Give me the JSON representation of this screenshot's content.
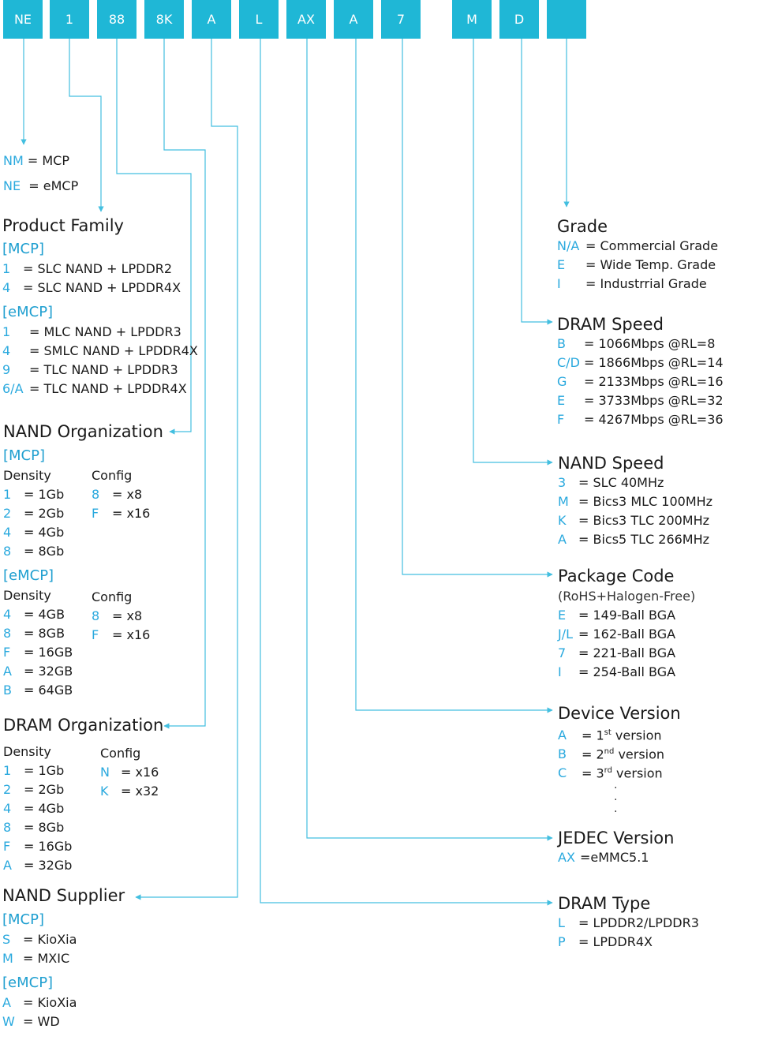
{
  "code_boxes": [
    "NE",
    "1",
    "88",
    "8K",
    "A",
    "L",
    "AX",
    "A",
    "7",
    "",
    "M",
    "D",
    ""
  ],
  "mcp_type": [
    {
      "code": "NM",
      "sep": "=",
      "label": "MCP"
    },
    {
      "code": "NE",
      "sep": "=",
      "label": "eMCP"
    }
  ],
  "product_family": {
    "title": "Product Family",
    "mcp_label": "[MCP]",
    "mcp": [
      {
        "code": "1",
        "text": "= SLC NAND + LPDDR2"
      },
      {
        "code": "4",
        "text": "= SLC NAND + LPDDR4X"
      }
    ],
    "emcp_label": "[eMCP]",
    "emcp": [
      {
        "code": "1",
        "text": "= MLC NAND + LPDDR3"
      },
      {
        "code": "4",
        "text": "= SMLC NAND + LPDDR4X"
      },
      {
        "code": "9",
        "text": "= TLC NAND + LPDDR3"
      },
      {
        "code": "6/A",
        "text": "= TLC NAND + LPDDR4X"
      }
    ]
  },
  "nand_org": {
    "title": "NAND Organization",
    "mcp_label": "[MCP]",
    "density_label": "Density",
    "config_label": "Config",
    "mcp_density": [
      {
        "code": "1",
        "text": "= 1Gb"
      },
      {
        "code": "2",
        "text": "= 2Gb"
      },
      {
        "code": "4",
        "text": "= 4Gb"
      },
      {
        "code": "8",
        "text": "= 8Gb"
      }
    ],
    "mcp_config": [
      {
        "code": "8",
        "text": "= x8"
      },
      {
        "code": "F",
        "text": "= x16"
      }
    ],
    "emcp_label": "[eMCP]",
    "emcp_density": [
      {
        "code": "4",
        "text": "= 4GB"
      },
      {
        "code": "8",
        "text": "= 8GB"
      },
      {
        "code": "F",
        "text": "= 16GB"
      },
      {
        "code": "A",
        "text": "= 32GB"
      },
      {
        "code": "B",
        "text": "= 64GB"
      }
    ],
    "emcp_config": [
      {
        "code": "8",
        "text": "= x8"
      },
      {
        "code": "F",
        "text": "= x16"
      }
    ]
  },
  "dram_org": {
    "title": "DRAM Organization",
    "density_label": "Density",
    "config_label": "Config",
    "density": [
      {
        "code": "1",
        "text": "= 1Gb"
      },
      {
        "code": "2",
        "text": "= 2Gb"
      },
      {
        "code": "4",
        "text": "= 4Gb"
      },
      {
        "code": "8",
        "text": "= 8Gb"
      },
      {
        "code": "F",
        "text": "= 16Gb"
      },
      {
        "code": "A",
        "text": "= 32Gb"
      }
    ],
    "config": [
      {
        "code": "N",
        "text": "= x16"
      },
      {
        "code": "K",
        "text": "= x32"
      }
    ]
  },
  "nand_supplier": {
    "title": "NAND Supplier",
    "mcp_label": "[MCP]",
    "mcp": [
      {
        "code": "S",
        "text": "= KioXia"
      },
      {
        "code": "M",
        "text": "= MXIC"
      }
    ],
    "emcp_label": "[eMCP]",
    "emcp": [
      {
        "code": "A",
        "text": "= KioXia"
      },
      {
        "code": "W",
        "text": "= WD"
      }
    ]
  },
  "grade": {
    "title": "Grade",
    "items": [
      {
        "code": "N/A",
        "text": "= Commercial Grade"
      },
      {
        "code": "E",
        "text": "= Wide Temp. Grade"
      },
      {
        "code": "I",
        "text": "= Industrrial Grade"
      }
    ]
  },
  "dram_speed": {
    "title": "DRAM Speed",
    "items": [
      {
        "code": "B",
        "text": "= 1066Mbps @RL=8"
      },
      {
        "code": "C/D",
        "text": "= 1866Mbps @RL=14"
      },
      {
        "code": "G",
        "text": "= 2133Mbps @RL=16"
      },
      {
        "code": "E",
        "text": "= 3733Mbps @RL=32"
      },
      {
        "code": "F",
        "text": "= 4267Mbps @RL=36"
      }
    ]
  },
  "nand_speed": {
    "title": "NAND Speed",
    "items": [
      {
        "code": "3",
        "text": "= SLC 40MHz"
      },
      {
        "code": "M",
        "text": "= Bics3 MLC 100MHz"
      },
      {
        "code": "K",
        "text": "= Bics3 TLC 200MHz"
      },
      {
        "code": "A",
        "text": "= Bics5 TLC 266MHz"
      }
    ]
  },
  "package_code": {
    "title": "Package Code",
    "subtitle": "(RoHS+Halogen-Free)",
    "items": [
      {
        "code": "E",
        "text": "= 149-Ball BGA"
      },
      {
        "code": "J/L",
        "text": "= 162-Ball BGA"
      },
      {
        "code": "7",
        "text": "= 221-Ball BGA"
      },
      {
        "code": "I",
        "text": "= 254-Ball BGA"
      }
    ]
  },
  "device_version": {
    "title": "Device Version",
    "items": [
      {
        "code": "A",
        "eq": "= 1",
        "sup": "st",
        "rest": " version"
      },
      {
        "code": "B",
        "eq": "= 2",
        "sup": "nd",
        "rest": " version"
      },
      {
        "code": "C",
        "eq": "= 3",
        "sup": "rd",
        "rest": " version"
      }
    ],
    "ellipsis": "."
  },
  "jedec_version": {
    "title": "JEDEC Version",
    "items": [
      {
        "code": "AX",
        "text": "=eMMC5.1"
      }
    ]
  },
  "dram_type": {
    "title": "DRAM Type",
    "items": [
      {
        "code": "L",
        "text": "= LPDDR2/LPDDR3"
      },
      {
        "code": "P",
        "text": "= LPDDR4X"
      }
    ]
  },
  "colors": {
    "box": "#1fb7d6",
    "line": "#43bfe0",
    "code": "#2aa9de",
    "subheading": "#1f9fd0"
  }
}
